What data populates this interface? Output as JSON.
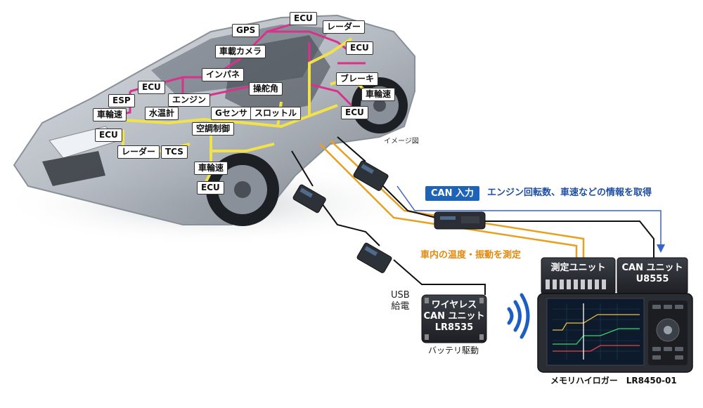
{
  "car_labels": {
    "ecu_top": "ECU",
    "gps": "GPS",
    "radar_top": "レーダー",
    "ecu_right_top": "ECU",
    "onboard_camera": "車載カメラ",
    "inpane": "インパネ",
    "ecu_left": "ECU",
    "steering_angle": "操舵角",
    "brake": "ブレーキ",
    "esp": "ESP",
    "engine": "エンジン",
    "wheel_speed_right": "車輪速",
    "wheel_speed_left": "車輪速",
    "water_temp": "水温計",
    "g_sensor": "Gセンサ",
    "throttle": "スロットル",
    "ecu_right_mid": "ECU",
    "ecu_left_low": "ECU",
    "ac_control": "空調制御",
    "radar_low": "レーダー",
    "tcs": "TCS",
    "wheel_speed_bottom": "車輪速",
    "ecu_bottom": "ECU"
  },
  "image_note": "イメージ図",
  "can_input": {
    "tag": "CAN 入力",
    "description": "エンジン回転数、車速などの情報を取得"
  },
  "measure_note": "車内の温度・振動を測定",
  "wireless_unit": {
    "line1": "ワイヤレス",
    "line2": "CAN ユニット",
    "model": "LR8535",
    "power_usb": "USB\n給電",
    "battery": "バッテリ駆動"
  },
  "measure_unit": {
    "label": "測定ユニット"
  },
  "can_unit": {
    "line1": "CAN ユニット",
    "model": "U8555"
  },
  "logger": {
    "caption": "メモリハイロガー　LR8450-01"
  },
  "colors": {
    "accent_blue": "#1e63b5",
    "can_line_blue": "#3a63c8",
    "sensor_orange": "#e8a020",
    "harness_pink": "#d8328c",
    "harness_yellow": "#f2e24a",
    "wifi_blue": "#1d5fc0",
    "device_dark": "#2a2d33"
  }
}
